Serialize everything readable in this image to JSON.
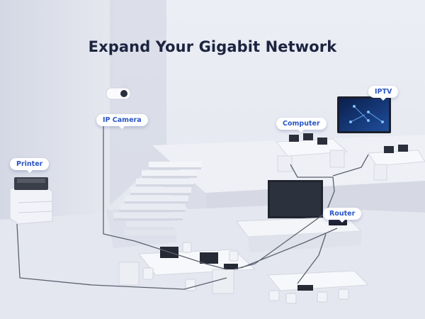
{
  "headline": "Expand Your Gigabit Network",
  "devices": {
    "ip_camera": "IP Camera",
    "printer": "Printer",
    "computer": "Computer",
    "iptv": "IPTV",
    "router": "Router"
  },
  "colors": {
    "title": "#1c2440",
    "label_text": "#2a55c5",
    "label_bg": "#ffffff",
    "cable": "#5b6170",
    "wall": "#dfe2ec",
    "floor": "#e4e6ef"
  }
}
